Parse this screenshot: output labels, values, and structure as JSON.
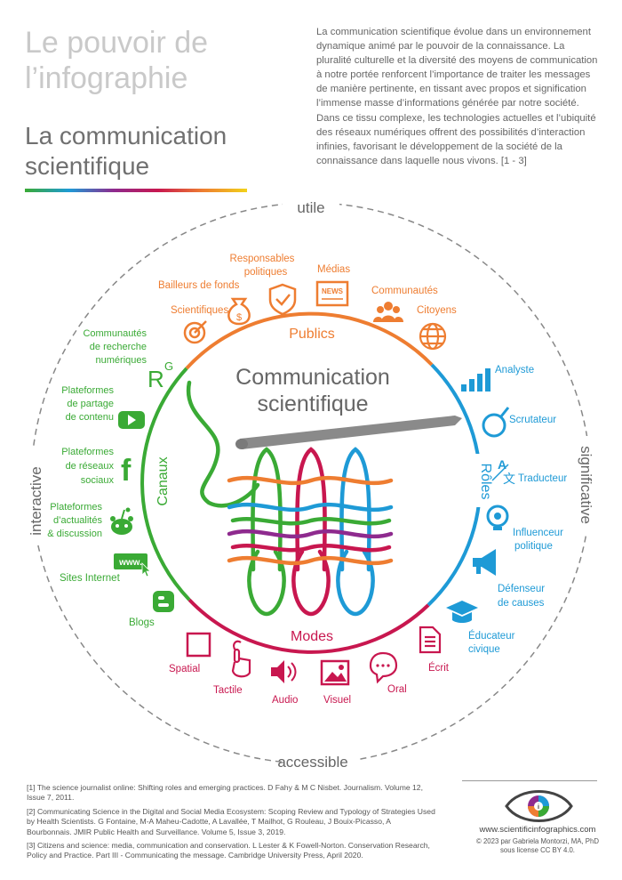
{
  "header": {
    "title_line1": "Le pouvoir de",
    "title_line2": "l’infographie",
    "subtitle_line1": "La communication",
    "subtitle_line2": "scientifique"
  },
  "intro_text": "La communication scientifique évolue dans un environnement dynamique animé par le pouvoir de la connaissance. La pluralité culturelle et la diversité des moyens de communication à notre portée renforcent l’importance de traiter les messages de manière pertinente, en tissant avec propos et signification l’immense masse d’informations générée par notre société. Dans ce tissu complexe, les technologies actuelles et l’ubiquité des réseaux numériques offrent des possibilités d’interaction infinies, favorisant le développement de la société de la connaissance dans laquelle nous vivons. [1 - 3]",
  "ring_labels": {
    "top": "utile",
    "right": "significative",
    "bottom": "accessible",
    "left": "interactive"
  },
  "center": {
    "line1": "Communication",
    "line2": "scientifique"
  },
  "arcs": {
    "publics": "Publics",
    "roles": "Rôles",
    "modes": "Modes",
    "canaux": "Canaux"
  },
  "publics": {
    "scientifiques": "Scientifiques",
    "bailleurs": "Bailleurs de fonds",
    "responsables_1": "Responsables",
    "responsables_2": "politiques",
    "medias": "Médias",
    "communautes": "Communautés",
    "citoyens": "Citoyens",
    "news": "NEWS"
  },
  "roles": {
    "analyste": "Analyste",
    "scrutateur": "Scrutateur",
    "traducteur": "Traducteur",
    "influenceur_1": "Influenceur",
    "influenceur_2": "politique",
    "defenseur_1": "Défenseur",
    "defenseur_2": "de causes",
    "educateur_1": "Éducateur",
    "educateur_2": "civique"
  },
  "modes": {
    "spatial": "Spatial",
    "tactile": "Tactile",
    "audio": "Audio",
    "visuel": "Visuel",
    "oral": "Oral",
    "ecrit": "Écrit"
  },
  "canaux": {
    "recherche_1": "Communautés",
    "recherche_2": "de recherche",
    "recherche_3": "numériques",
    "partage_1": "Plateformes",
    "partage_2": "de partage",
    "partage_3": "de contenu",
    "reseaux_1": "Plateformes",
    "reseaux_2": "de réseaux",
    "reseaux_3": "sociaux",
    "actualites_1": "Plateformes",
    "actualites_2": "d’actualités",
    "actualites_3": "& discussion",
    "sites": "Sites Internet",
    "www": "www.",
    "blogs": "Blogs"
  },
  "references": [
    "[1] The science journalist online: Shifting roles and emerging practices. D Fahy & M C Nisbet. Journalism. Volume 12, Issue 7, 2011.",
    "[2] Communicating Science in the Digital and Social Media Ecosystem: Scoping Review and Typology of Strategies Used by Health Scientists. G Fontaine, M-A Maheu-Cadotte, A Lavallée, T Mailhot, G Rouleau, J Bouix-Picasso, A Bourbonnais. JMIR Public Health and Surveillance. Volume 5, Issue 3, 2019.",
    "[3] Citizens and science: media, communication and conservation. L Lester & K Fowell-Norton. Conservation Research, Policy and Practice. Part III - Communicating the message. Cambridge University Press, April 2020."
  ],
  "footer": {
    "website": "www.scientificinfographics.com",
    "copyright_1": "© 2023 par Gabriela Montorzi, MA, PhD",
    "copyright_2": "sous license CC BY 4.0."
  },
  "colors": {
    "orange": "#ee7d31",
    "blue": "#1e9ad6",
    "red": "#c8174f",
    "green": "#3aaa35",
    "purple": "#8e2a8e",
    "gray_title": "#c9c9c9"
  }
}
